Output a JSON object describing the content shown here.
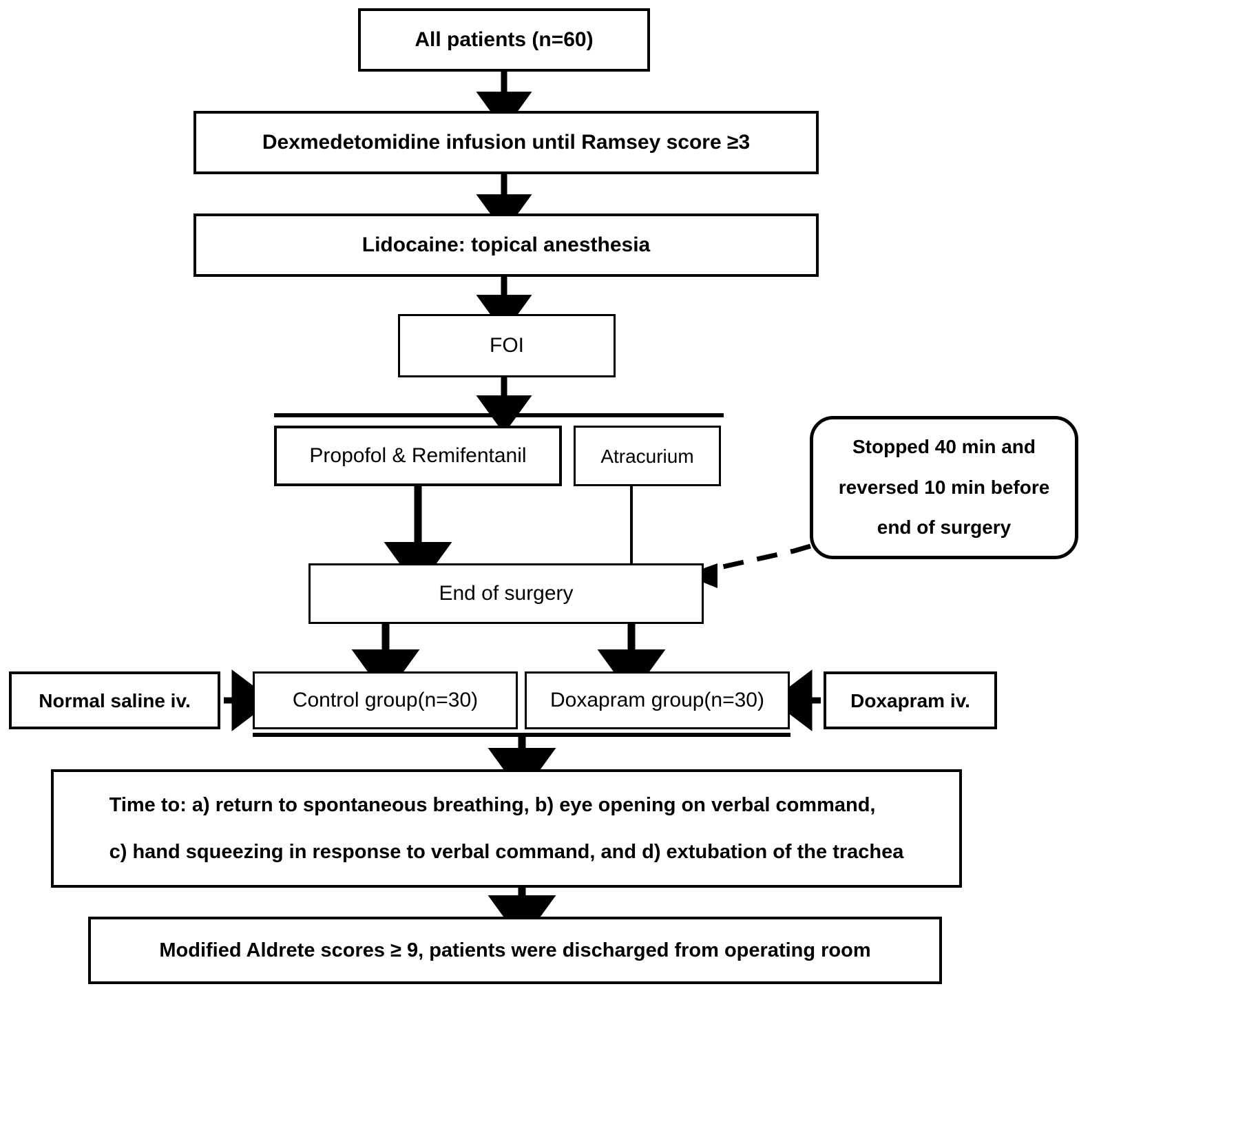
{
  "diagram": {
    "title": "Study protocol flowchart",
    "type": "flowchart",
    "colors": {
      "stroke": "#000000",
      "fill": "#ffffff",
      "text": "#000000"
    },
    "nodes": {
      "all_patients": "All patients (n=60)",
      "dexmedetomidine": "Dexmedetomidine infusion until Ramsey score ≥3",
      "lidocaine": "Lidocaine: topical anesthesia",
      "foi": "FOI",
      "propofol": "Propofol  &  Remifentanil",
      "atracurium": "Atracurium",
      "callout": "Stopped 40 min and\nreversed 10 min before\nend of surgery",
      "end_of_surgery": "End of surgery",
      "normal_saline": "Normal saline iv.",
      "control_group": "Control group(n=30)",
      "doxapram_group": "Doxapram group(n=30)",
      "doxapram_iv": "Doxapram iv.",
      "time_to": "Time to: a) return to spontaneous breathing, b) eye opening on verbal command,\n        c) hand squeezing in response to verbal command, and d) extubation of the trachea",
      "aldrete": "Modified Aldrete  scores ≥ 9, patients were discharged from operating room"
    },
    "edges": [
      {
        "id": "e1",
        "from": "all_patients",
        "to": "dexmedetomidine",
        "style": "solid",
        "arrow": "down"
      },
      {
        "id": "e2",
        "from": "dexmedetomidine",
        "to": "lidocaine",
        "style": "solid",
        "arrow": "down"
      },
      {
        "id": "e3",
        "from": "lidocaine",
        "to": "foi",
        "style": "solid",
        "arrow": "down"
      },
      {
        "id": "e4",
        "from": "foi",
        "to": "split_bar_top",
        "style": "solid",
        "arrow": "down"
      },
      {
        "id": "e5",
        "from": "propofol",
        "to": "end_of_surgery",
        "style": "solid",
        "arrow": "down"
      },
      {
        "id": "e6",
        "from": "atracurium",
        "to": "end_of_surgery",
        "style": "thin",
        "arrow": "down"
      },
      {
        "id": "e7",
        "from": "callout",
        "to": "atracurium_line",
        "style": "dashed",
        "arrow": "left"
      },
      {
        "id": "e8",
        "from": "end_of_surgery",
        "to": "control_group",
        "style": "solid",
        "arrow": "down"
      },
      {
        "id": "e9",
        "from": "end_of_surgery",
        "to": "doxapram_group",
        "style": "solid",
        "arrow": "down"
      },
      {
        "id": "e10",
        "from": "normal_saline",
        "to": "control_group",
        "style": "solid",
        "arrow": "right"
      },
      {
        "id": "e11",
        "from": "doxapram_iv",
        "to": "doxapram_group",
        "style": "solid",
        "arrow": "left"
      },
      {
        "id": "e12",
        "from": "split_bar_bottom",
        "to": "time_to",
        "style": "solid",
        "arrow": "down"
      },
      {
        "id": "e13",
        "from": "time_to",
        "to": "aldrete",
        "style": "solid",
        "arrow": "down"
      }
    ]
  }
}
